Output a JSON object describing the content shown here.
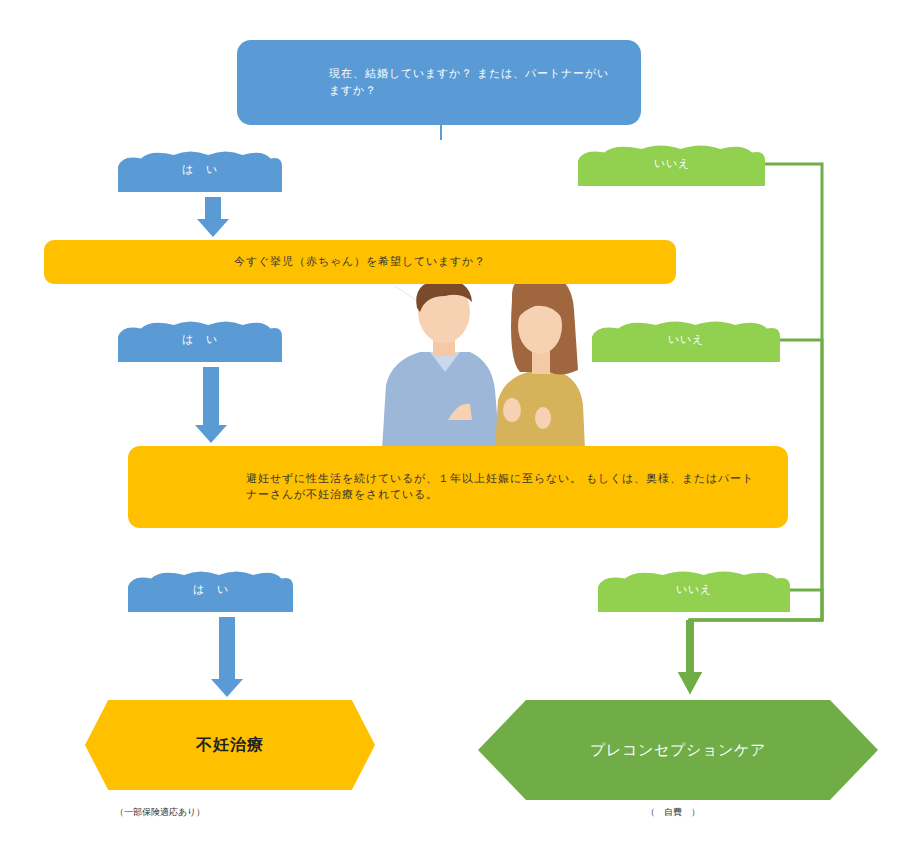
{
  "diagram": {
    "nodes": [
      {
        "text": [
          "現在、結婚していますか？ または、パートナーがいますか？"
        ]
      },
      {
        "text": [
          "は　い"
        ]
      },
      {
        "text": [
          "いいえ"
        ]
      },
      {
        "text": [
          "今すぐ挙児（赤ちゃん）を希望していますか？"
        ]
      },
      {
        "text": [
          "は　い"
        ]
      },
      {
        "text": [
          "いいえ"
        ]
      },
      {
        "text": [
          "避妊せずに性生活を続けているが、１年以上妊娠に至らない。 もしくは、奥様、またはパートナーさんが不妊治療をされている。"
        ]
      },
      {
        "text": [
          "は　い"
        ]
      },
      {
        "text": [
          "いいえ"
        ]
      },
      {
        "text": [
          "不妊治療",
          "（一部保険適応あり）"
        ]
      },
      {
        "text": [
          "プレコンセプションケア",
          "（　自費　）"
        ]
      }
    ],
    "edges": [
      {
        "from": 1,
        "to": 3,
        "arrow": "to"
      },
      {
        "from": 4,
        "to": 6,
        "arrow": "to"
      },
      {
        "from": 7,
        "to": 9,
        "arrow": "to"
      },
      {
        "from": 2,
        "to": 10,
        "arrow": "to"
      },
      {
        "from": 5,
        "to": 10,
        "arrow": "to"
      },
      {
        "from": 8,
        "to": 10,
        "arrow": "to"
      }
    ]
  }
}
